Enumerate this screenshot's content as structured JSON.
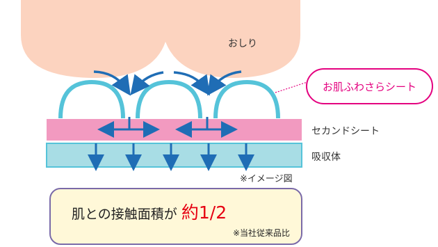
{
  "labels": {
    "buttocks": "おしり",
    "top_sheet": "お肌ふわさらシート",
    "second_sheet": "セカンドシート",
    "absorber": "吸収体",
    "image_note": "※イメージ図"
  },
  "summary": {
    "text": "肌との接触面積が",
    "highlight": "約1/2",
    "note": "※当社従来品比"
  },
  "colors": {
    "skin": "#fcd3bf",
    "sheet_arc": "#55c3d9",
    "arrow": "#1f6db5",
    "second_sheet": "#f29ac0",
    "absorber": "#a8dde5",
    "accent": "#e4007f",
    "highlight": "#e60012",
    "box_border": "#7a6aa8",
    "box_fill": "#fff8d8"
  }
}
